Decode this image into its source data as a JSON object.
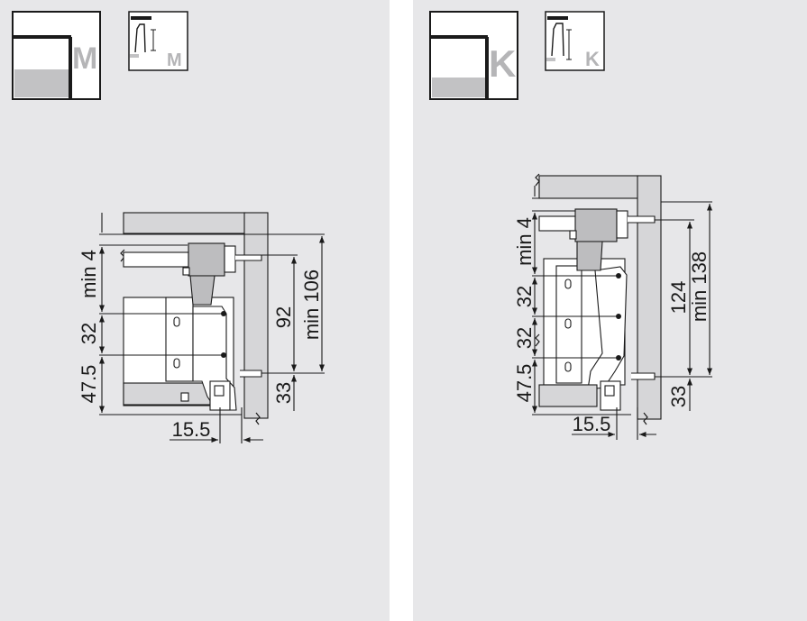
{
  "left": {
    "type_letter": "M",
    "dims": {
      "d_min4": "min 4",
      "d_32": "32",
      "d_47_5": "47.5",
      "d_92": "92",
      "d_min106": "min 106",
      "d_33": "33",
      "d_15_5": "15.5"
    }
  },
  "right": {
    "type_letter": "K",
    "dims": {
      "d_min4": "min 4",
      "d_32a": "32",
      "d_32b": "32",
      "d_47_5": "47.5",
      "d_124": "124",
      "d_min138": "min 138",
      "d_33": "33",
      "d_15_5": "15.5"
    }
  },
  "colors": {
    "panel_bg": "#e7e7e9",
    "line": "#1a1a1a",
    "part_fill": "#ffffff",
    "grey_part": "#bdbdbf",
    "letter_grey": "#b5b5b7"
  }
}
